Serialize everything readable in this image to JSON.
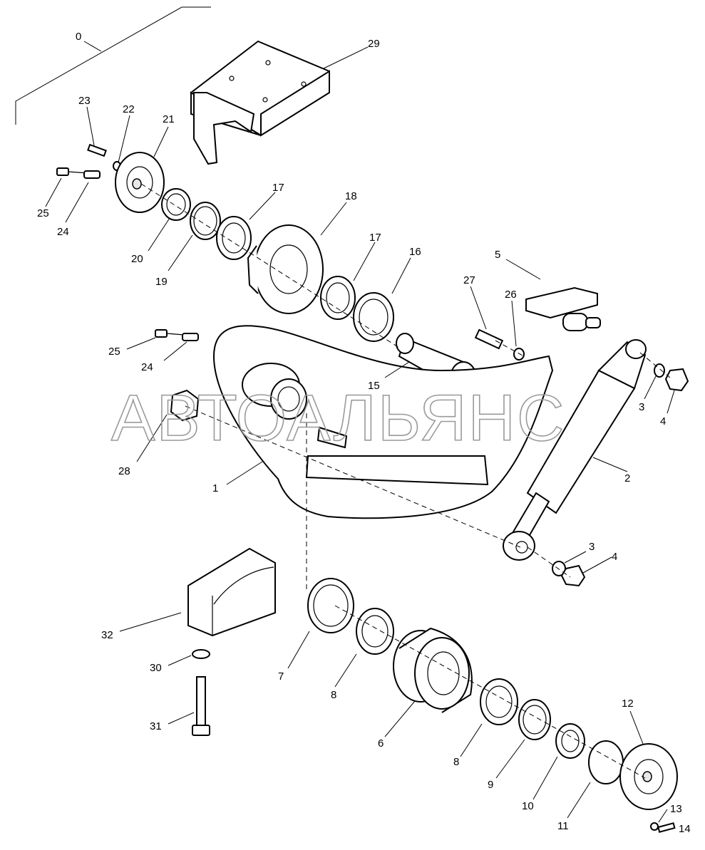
{
  "watermark": "АВТОАЛЬЯНС",
  "callouts": {
    "c0": "0",
    "c1": "1",
    "c2": "2",
    "c3a": "3",
    "c3b": "3",
    "c4a": "4",
    "c4b": "4",
    "c5": "5",
    "c6": "6",
    "c7": "7",
    "c8a": "8",
    "c8b": "8",
    "c9": "9",
    "c10": "10",
    "c11": "11",
    "c12": "12",
    "c13": "13",
    "c14": "14",
    "c15": "15",
    "c16": "16",
    "c17a": "17",
    "c17b": "17",
    "c18": "18",
    "c19": "19",
    "c20": "20",
    "c21": "21",
    "c22": "22",
    "c23": "23",
    "c24a": "24",
    "c24b": "24",
    "c25a": "25",
    "c25b": "25",
    "c26": "26",
    "c27": "27",
    "c28": "28",
    "c29": "29",
    "c30": "30",
    "c31": "31",
    "c32": "32"
  }
}
